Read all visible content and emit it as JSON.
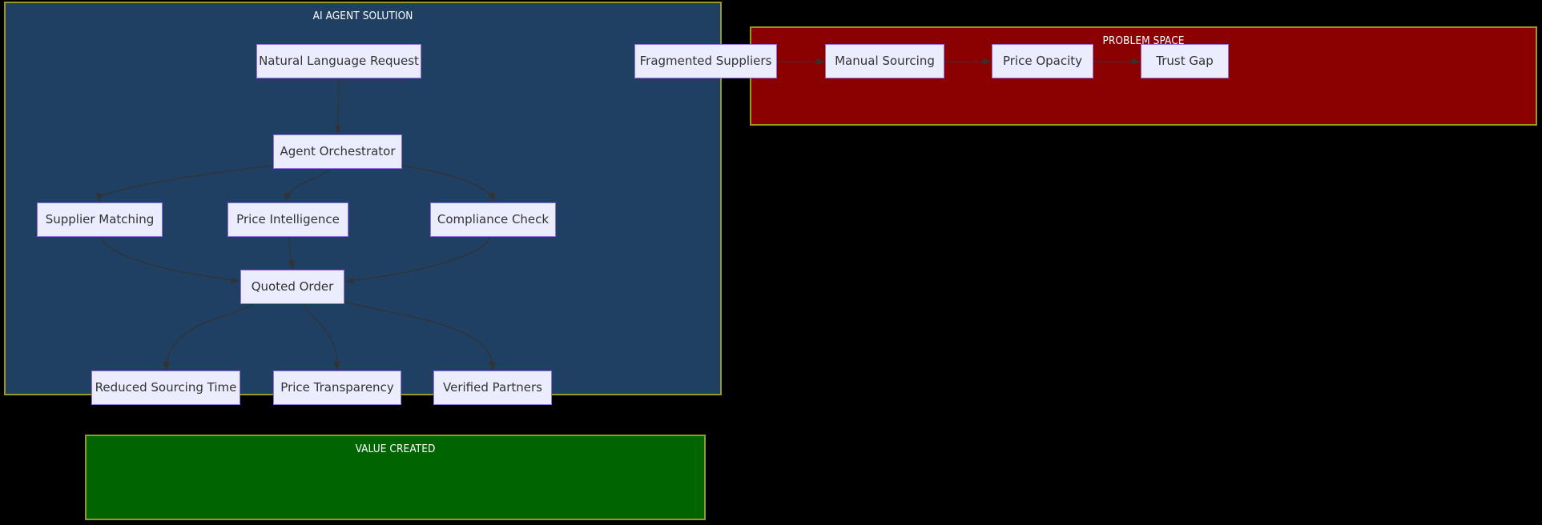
{
  "diagram": {
    "type": "flowchart",
    "direction": "top-down",
    "background": "#000000",
    "subgraph_border_color": "#999922",
    "node_fill": "#ECECFF",
    "node_border": "#9370DB",
    "node_text_color": "#333333",
    "edge_color": "#333333"
  },
  "subgraphs": [
    {
      "id": "solution",
      "title": "AI AGENT SOLUTION",
      "fill": "#1F3F63",
      "title_color": "#FFFFFF",
      "nodes": [
        {
          "id": "nlr",
          "label": "Natural Language Request"
        },
        {
          "id": "orch",
          "label": "Agent Orchestrator"
        },
        {
          "id": "supp",
          "label": "Supplier Matching"
        },
        {
          "id": "price",
          "label": "Price Intelligence"
        },
        {
          "id": "comp",
          "label": "Compliance Check"
        },
        {
          "id": "quote",
          "label": "Quoted Order"
        }
      ]
    },
    {
      "id": "problem",
      "title": "PROBLEM SPACE",
      "fill": "#8B0000",
      "title_color": "#FFFFFF",
      "nodes": [
        {
          "id": "frag",
          "label": "Fragmented Suppliers"
        },
        {
          "id": "man",
          "label": "Manual Sourcing"
        },
        {
          "id": "opac",
          "label": "Price Opacity"
        },
        {
          "id": "trust",
          "label": "Trust Gap"
        }
      ]
    },
    {
      "id": "value",
      "title": "VALUE CREATED",
      "fill": "#006400",
      "title_color": "#FFFFFF",
      "nodes": [
        {
          "id": "time",
          "label": "Reduced Sourcing Time"
        },
        {
          "id": "trans",
          "label": "Price Transparency"
        },
        {
          "id": "part",
          "label": "Verified Partners"
        }
      ]
    }
  ],
  "edges": [
    {
      "from": "nlr",
      "to": "orch"
    },
    {
      "from": "orch",
      "to": "supp"
    },
    {
      "from": "orch",
      "to": "price"
    },
    {
      "from": "orch",
      "to": "comp"
    },
    {
      "from": "supp",
      "to": "quote"
    },
    {
      "from": "price",
      "to": "quote"
    },
    {
      "from": "comp",
      "to": "quote"
    },
    {
      "from": "quote",
      "to": "time"
    },
    {
      "from": "quote",
      "to": "trans"
    },
    {
      "from": "quote",
      "to": "part"
    },
    {
      "from": "frag",
      "to": "man"
    },
    {
      "from": "man",
      "to": "opac"
    },
    {
      "from": "opac",
      "to": "trust"
    }
  ]
}
